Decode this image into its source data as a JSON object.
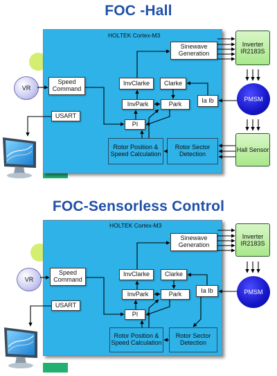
{
  "title_top": "FOC -Hall",
  "title_bottom": "FOC-Sensorless Control",
  "panel_top": {
    "header": "HOLTEK   Cortex-M3",
    "blocks": {
      "sinewave": "Sinewave Generation",
      "invclarke": "InvClarke",
      "clarke": "Clarke",
      "invpark": "InvPark",
      "park": "Park",
      "iaib": "Ia Ib",
      "pi": "PI",
      "speed": "Speed Command",
      "usart": "USART",
      "rotor_pos": "Rotor Position & Speed Calculation",
      "rotor_sector": "Rotor Sector Detection"
    }
  },
  "panel_bottom": {
    "header": "HOLTEK   Cortex-M3",
    "blocks": {
      "sinewave": "Sinewave Generation",
      "invclarke": "InvClarke",
      "clarke": "Clarke",
      "invpark": "InvPark",
      "park": "Park",
      "iaib": "Ia Ib",
      "pi": "PI",
      "speed": "Speed Command",
      "usart": "USART",
      "rotor_pos": "Rotor Position & Speed Calculation",
      "rotor_sector": "Rotor Sector Detection"
    }
  },
  "external": {
    "inverter": "Inverter IR2183S",
    "pmsm": "PMSM",
    "hall": "Hall Sensor",
    "vr": "VR"
  },
  "icons": [
    "computer-monitor-icon"
  ],
  "colors": {
    "panel": "#2eb2e8",
    "title": "#1f4fa8",
    "pmsm": "#1515c8",
    "ext_box": "#b8ee9a"
  }
}
